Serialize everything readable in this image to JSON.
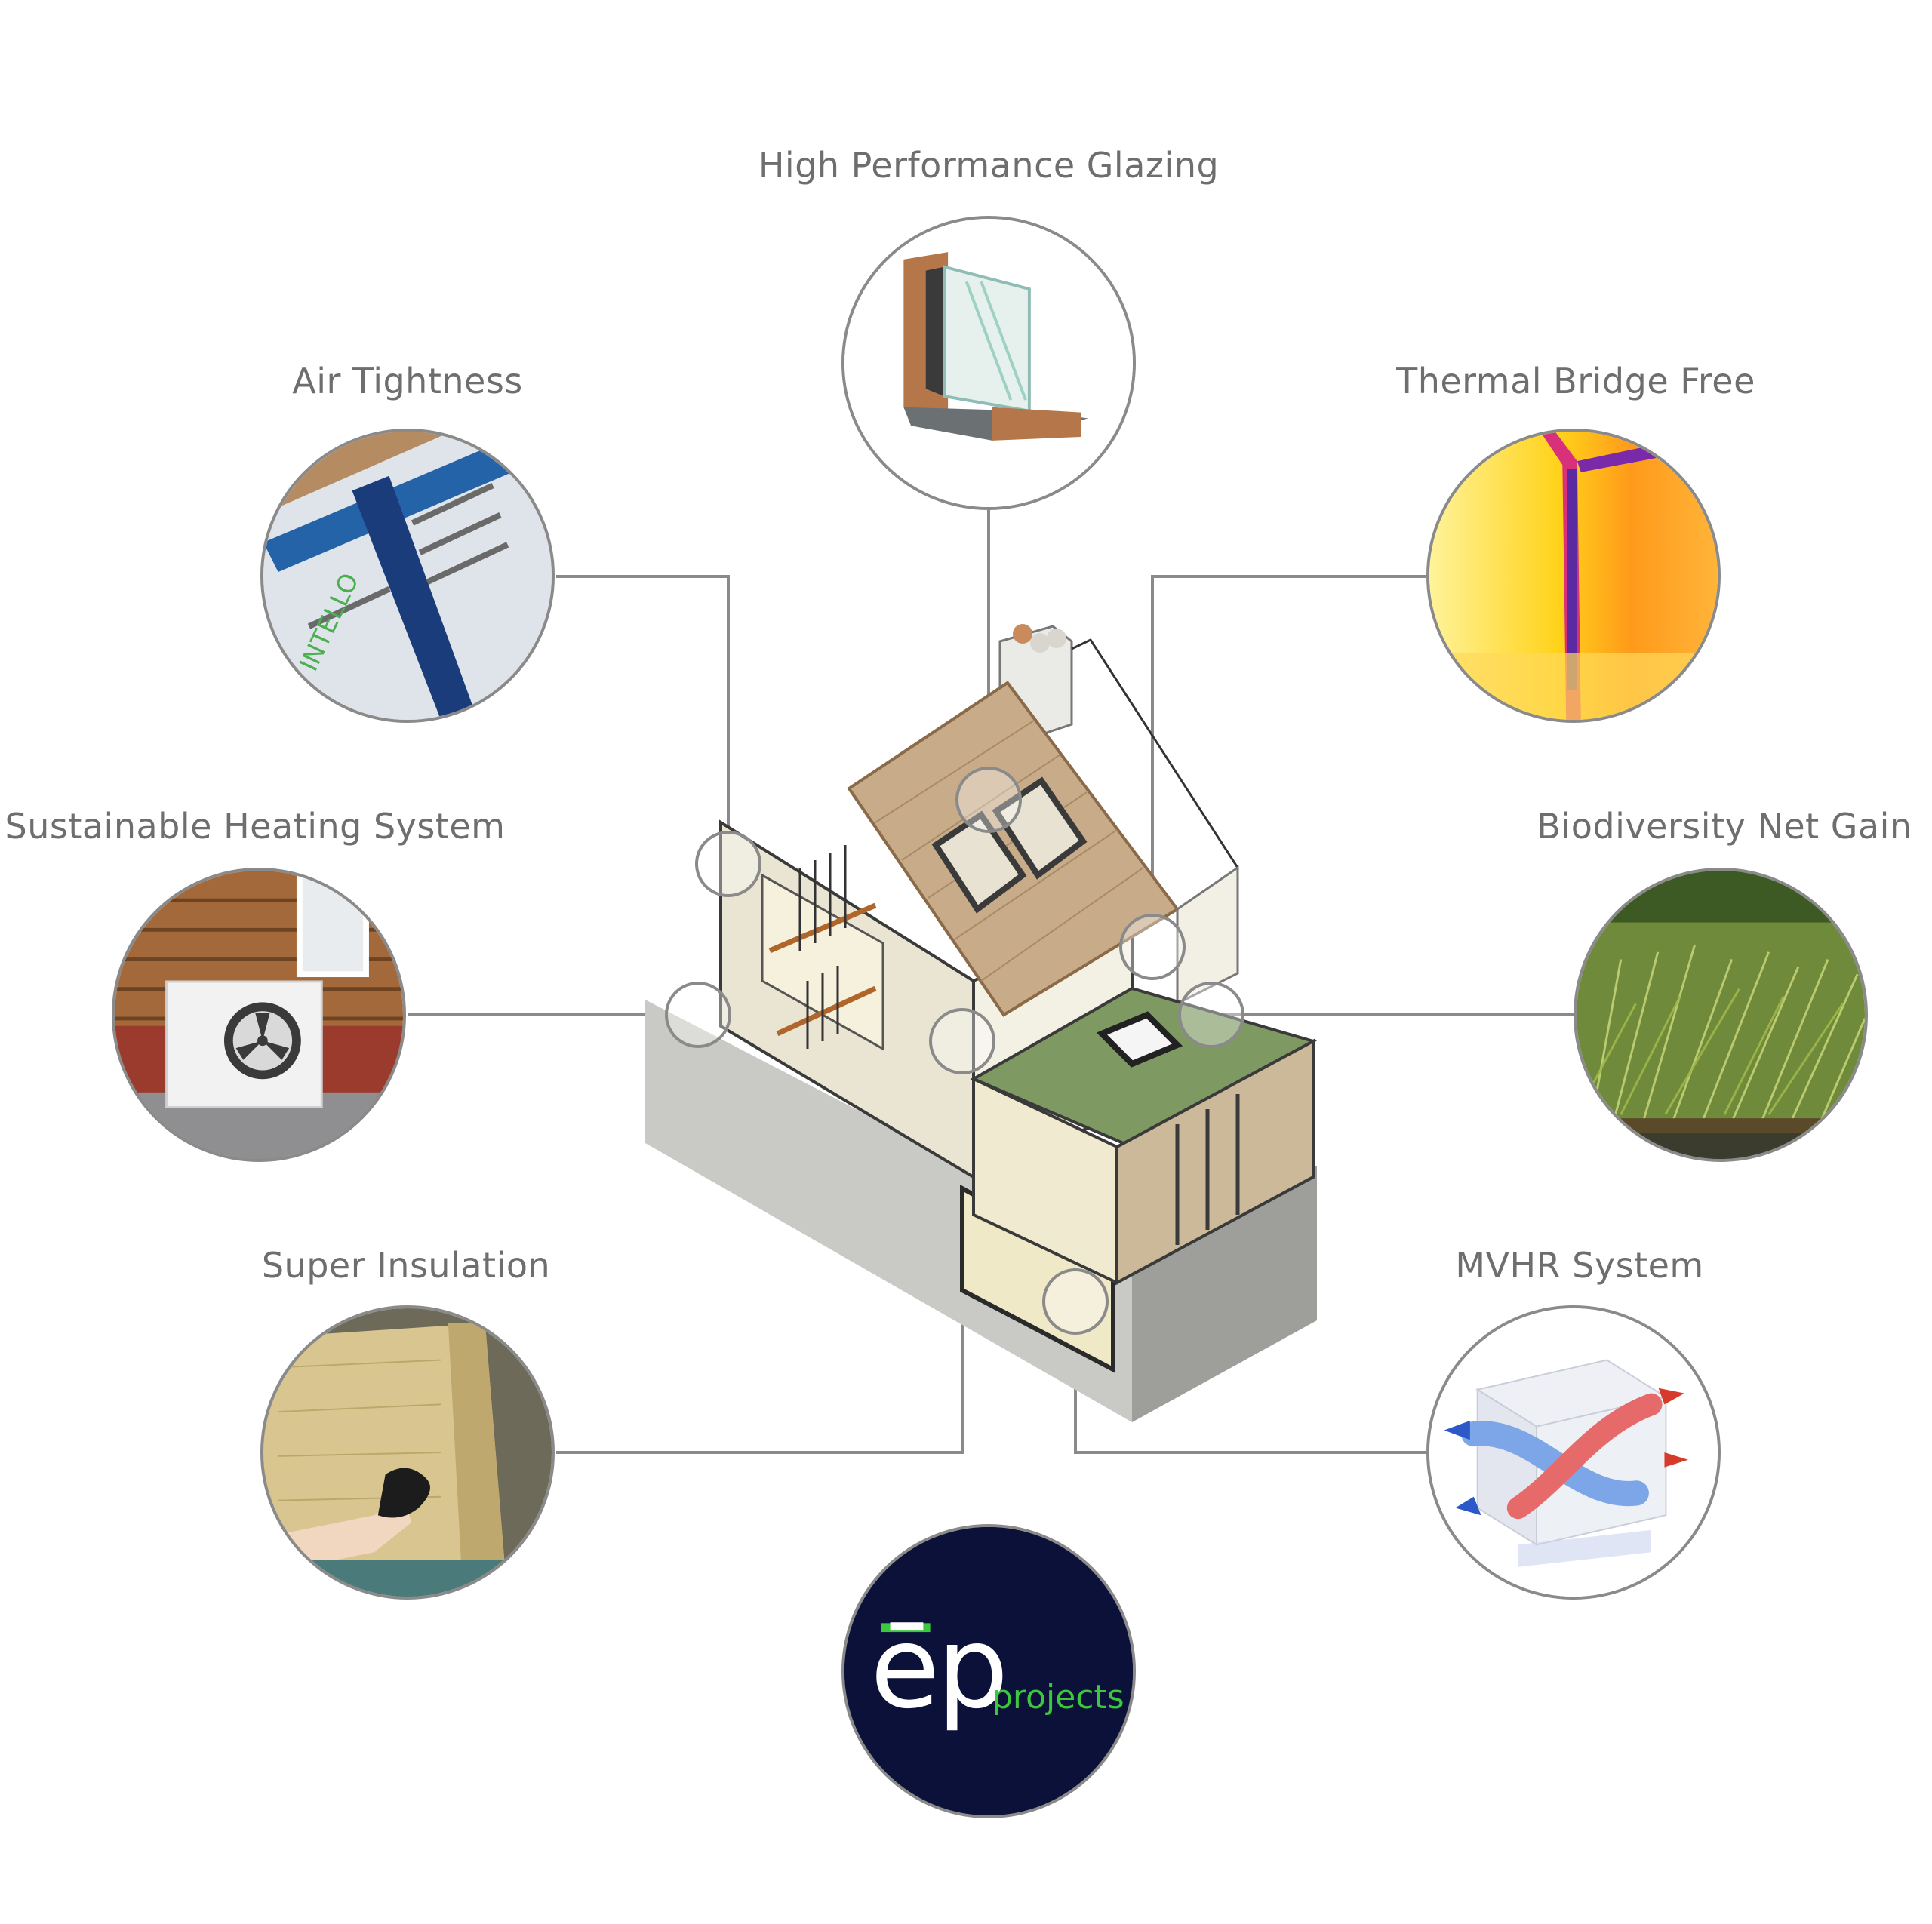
{
  "features": {
    "glazing": {
      "label": "High Performance Glazing",
      "icon": "window-frame-section-icon"
    },
    "air": {
      "label": "Air Tightness",
      "icon": "membrane-tape-icon"
    },
    "thermal": {
      "label": "Thermal Bridge Free",
      "icon": "thermal-image-icon"
    },
    "heating": {
      "label": "Sustainable Heating System",
      "icon": "heat-pump-icon"
    },
    "biodiversity": {
      "label": "Biodiversity Net Gain",
      "icon": "green-roof-grass-icon"
    },
    "insulation": {
      "label": "Super Insulation",
      "icon": "mineral-wool-icon"
    },
    "mvhr": {
      "label": "MVHR System",
      "icon": "heat-exchanger-icon"
    }
  },
  "logo": {
    "text": "ēp",
    "subtext": "projects",
    "navy": "#0b1138",
    "green": "#3cc83c"
  },
  "colors": {
    "line": "#8a8a8a",
    "label": "#6e6e6e"
  }
}
